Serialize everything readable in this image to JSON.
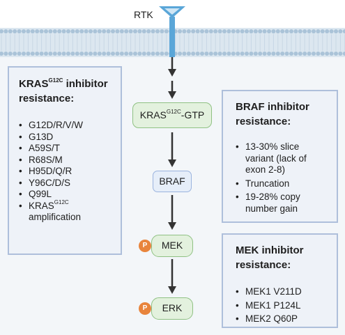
{
  "receptor": {
    "label": "RTK"
  },
  "pathway": {
    "kras": {
      "name": "KRAS",
      "superscript": "G12C",
      "suffix": "-GTP"
    },
    "braf": "BRAF",
    "mek": "MEK",
    "erk": "ERK",
    "phospho_label": "P"
  },
  "kras_panel": {
    "title_prefix": "KRAS",
    "title_superscript": "G12C",
    "title_suffix": " inhibitor",
    "title_line2": "resistance:",
    "items": [
      "G12D/R/V/W",
      "G13D",
      "A59S/T",
      "R68S/M",
      "H95D/Q/R",
      "Y96C/D/S",
      "Q99L"
    ],
    "last_item_prefix": "KRAS",
    "last_item_superscript": "G12C",
    "last_item_line2": "amplification"
  },
  "braf_panel": {
    "title": "BRAF inhibitor",
    "title_line2": "resistance:",
    "items": [
      {
        "line1": "13-30% slice",
        "line2": "variant (lack of",
        "line3": "exon 2-8)"
      },
      {
        "line1": "Truncation"
      },
      {
        "line1": "19-28% copy",
        "line2": "number gain"
      }
    ]
  },
  "mek_panel": {
    "title": "MEK inhibitor",
    "title_line2": "resistance:",
    "items": [
      "MEK1 V211D",
      "MEK1 P124L",
      "MEK2 Q60P"
    ]
  },
  "colors": {
    "membrane": "#aac3d8",
    "receptor": "#5aa6d8",
    "phospho": "#e8843c",
    "panel_border": "#aebfdb",
    "node_green_border": "#8fc183"
  }
}
